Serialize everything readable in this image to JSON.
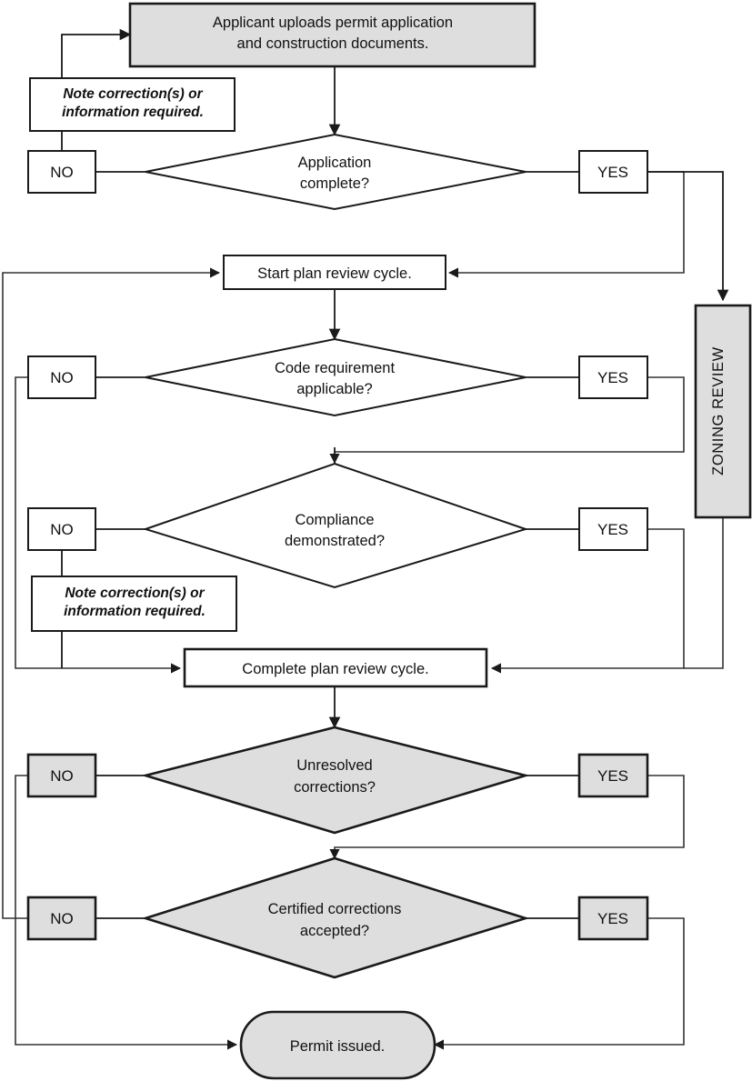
{
  "diagram": {
    "title": "Permit application and plan review flowchart",
    "colors": {
      "shape_fill_gray": "#dedede",
      "shape_fill_white": "#ffffff",
      "stroke": "#1a1a1a",
      "connector": "#333333",
      "background": "#ffffff"
    }
  },
  "nodes": {
    "applicant_upload": {
      "shape": "process",
      "fill": "gray",
      "line1": "Applicant uploads permit application",
      "line2": "and construction documents."
    },
    "note_top": {
      "shape": "process",
      "fill": "white",
      "line1": "Note correction(s) or",
      "line2": "information required."
    },
    "application_complete": {
      "shape": "decision",
      "fill": "white",
      "line1": "Application",
      "line2": "complete?"
    },
    "start_cycle": {
      "shape": "process",
      "fill": "white",
      "line1": "Start plan review cycle."
    },
    "code_requirement": {
      "shape": "decision",
      "fill": "white",
      "line1": "Code requirement",
      "line2": "applicable?"
    },
    "compliance": {
      "shape": "decision",
      "fill": "white",
      "line1": "Compliance",
      "line2": "demonstrated?"
    },
    "note_mid": {
      "shape": "process",
      "fill": "white",
      "line1": "Note correction(s) or",
      "line2": "information required."
    },
    "complete_cycle": {
      "shape": "process",
      "fill": "white",
      "line1": "Complete plan review cycle."
    },
    "unresolved": {
      "shape": "decision",
      "fill": "gray",
      "line1": "Unresolved",
      "line2": "corrections?"
    },
    "certified": {
      "shape": "decision",
      "fill": "gray",
      "line1": "Certified corrections",
      "line2": "accepted?"
    },
    "permit_issued": {
      "shape": "terminator",
      "fill": "gray",
      "line1": "Permit issued."
    },
    "zoning_review": {
      "shape": "process-vertical",
      "fill": "gray",
      "line1": "ZONING REVIEW"
    }
  },
  "labels": {
    "no_application": "NO",
    "yes_application": "YES",
    "no_code": "NO",
    "yes_code": "YES",
    "no_compliance": "NO",
    "yes_compliance": "YES",
    "no_unresolved": "NO",
    "yes_unresolved": "YES",
    "no_certified": "NO",
    "yes_certified": "YES"
  }
}
